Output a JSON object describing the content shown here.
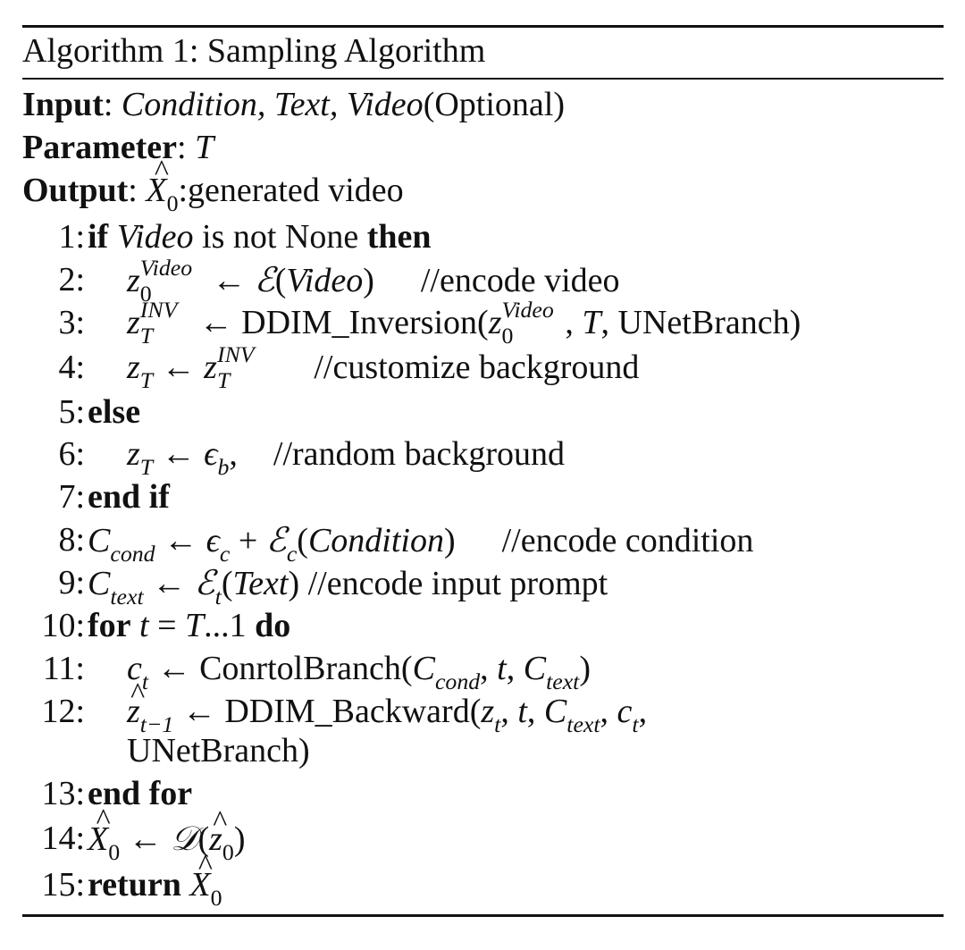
{
  "caption": "Algorithm 1: Sampling Algorithm",
  "header": {
    "input_label": "Input",
    "input_vars": "Condition, Text, Video",
    "input_suffix": "(Optional)",
    "param_label": "Parameter",
    "param_value": "T",
    "output_label": "Output",
    "output_value": ":generated video"
  },
  "lines": [
    {
      "num": "1:",
      "kw1": "if",
      "var": "Video",
      "text": "is not None",
      "kw2": "then"
    },
    {
      "num": "2:",
      "comment": "//encode video"
    },
    {
      "num": "3:",
      "func": "DDIM_Inversion",
      "arg": "UNetBranch"
    },
    {
      "num": "4:",
      "comment": "//customize background"
    },
    {
      "num": "5:",
      "kw": "else"
    },
    {
      "num": "6:",
      "comment": "//random background"
    },
    {
      "num": "7:",
      "kw": "end if"
    },
    {
      "num": "8:",
      "comment": "//encode condition"
    },
    {
      "num": "9:",
      "comment": "//encode input prompt"
    },
    {
      "num": "10:",
      "kw1": "for",
      "kw2": "do"
    },
    {
      "num": "11:",
      "func": "ConrtolBranch"
    },
    {
      "num": "12:",
      "func": "DDIM_Backward",
      "cont": "UNetBranch)"
    },
    {
      "num": "13:",
      "kw": "end for"
    },
    {
      "num": "14:"
    },
    {
      "num": "15:",
      "kw": "return"
    }
  ]
}
